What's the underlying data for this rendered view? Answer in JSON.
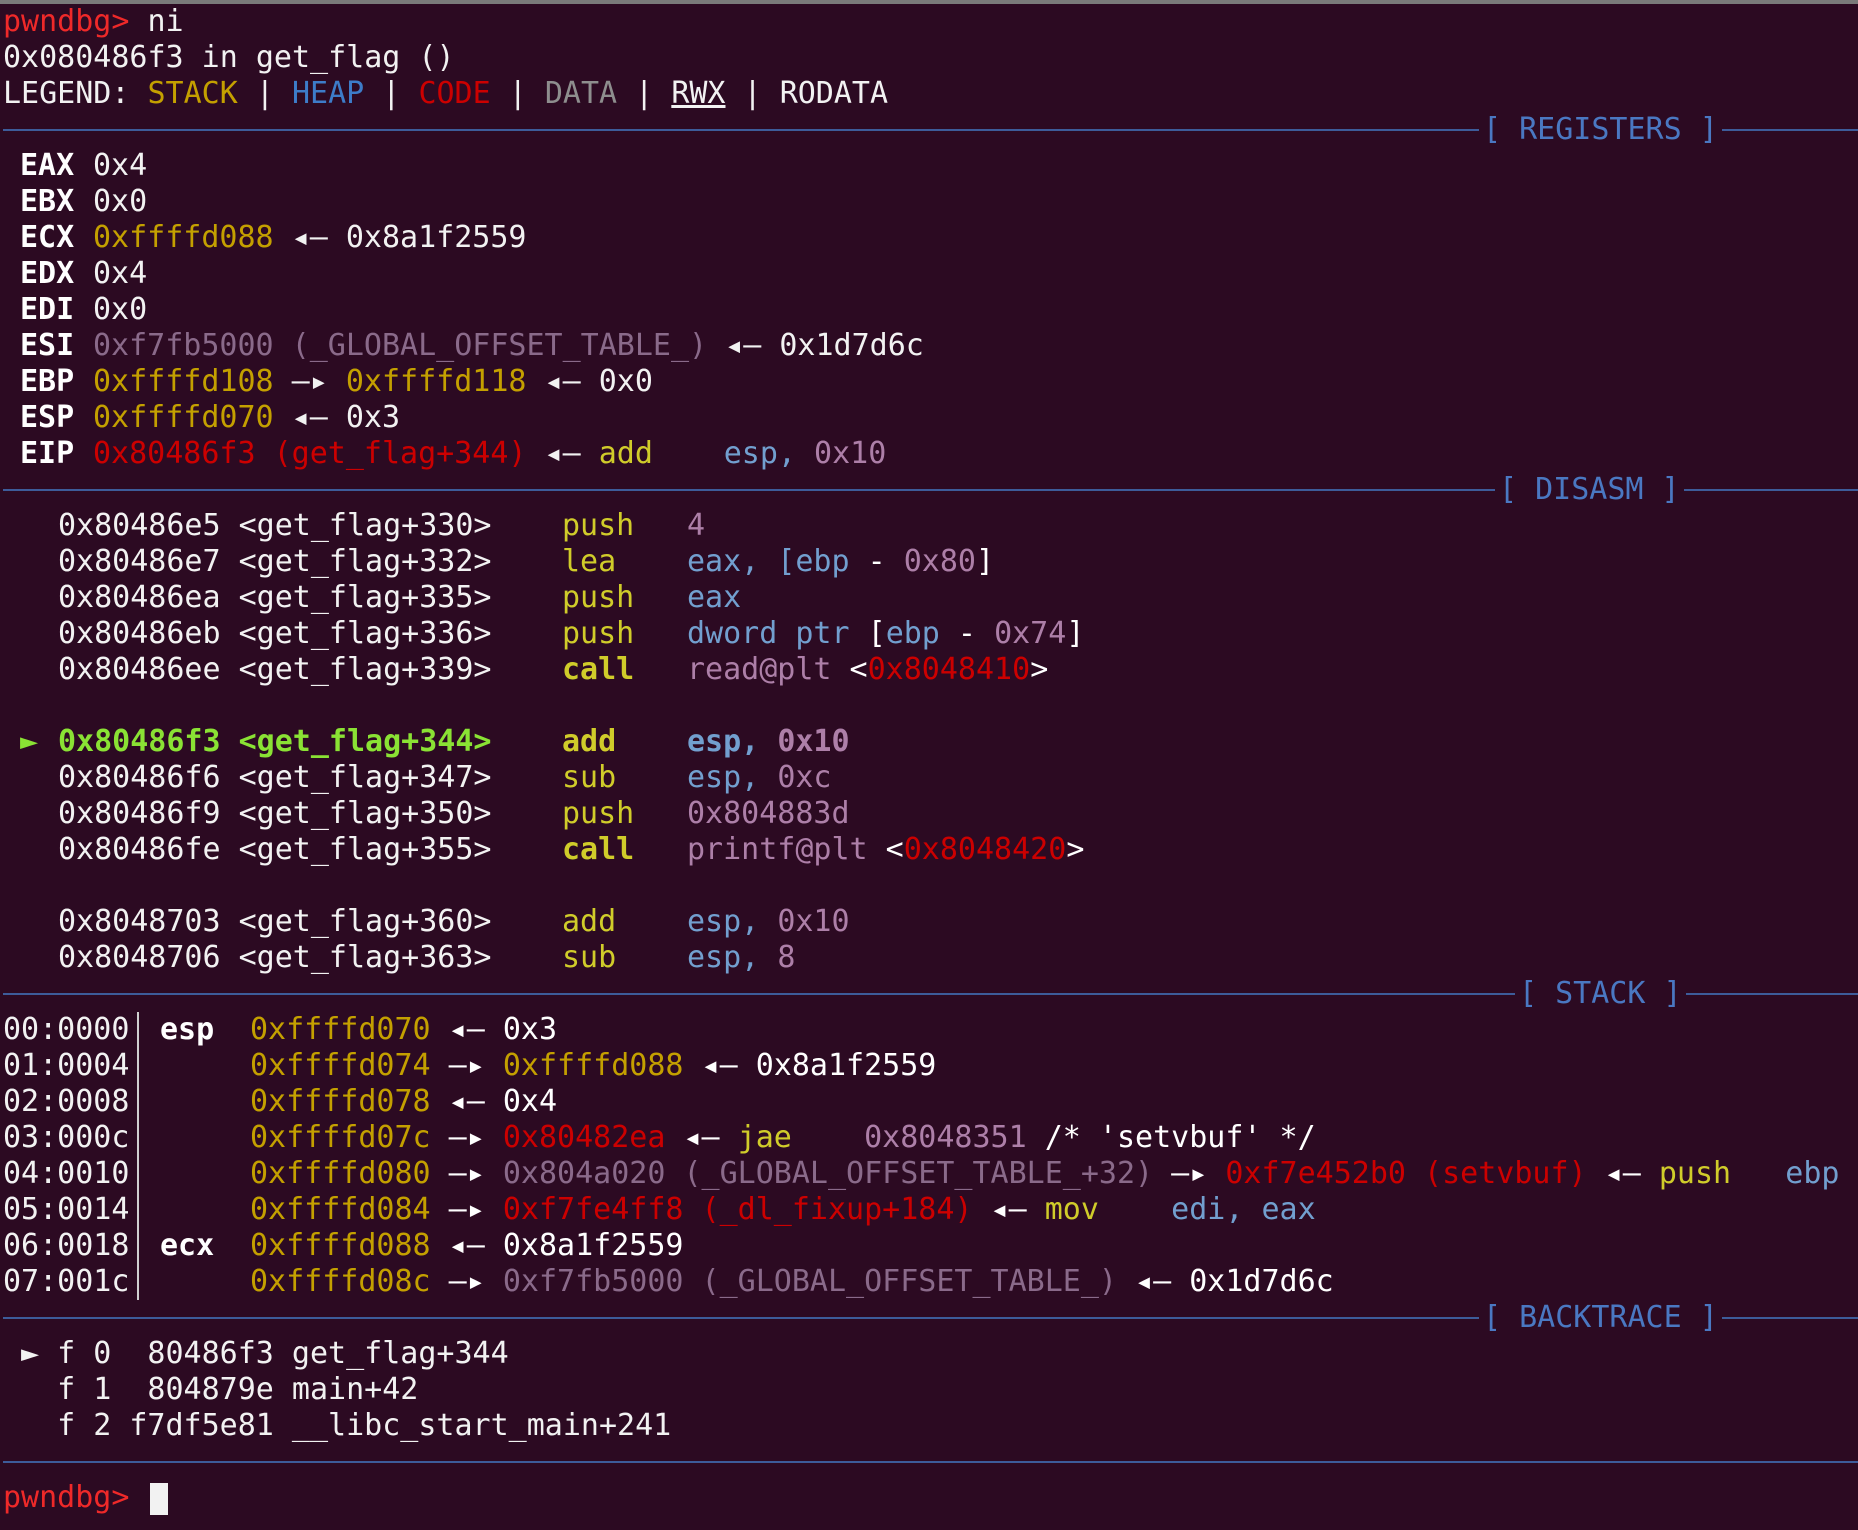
{
  "prompt": "pwndbg>",
  "command": " ni",
  "location": "0x080486f3 in get_flag ()",
  "legend": {
    "label": "LEGEND: ",
    "stack": "STACK",
    "heap": "HEAP",
    "code": "CODE",
    "data": "DATA",
    "rwx": "RWX",
    "rodata": "RODATA",
    "sep": " | "
  },
  "sections": {
    "registers": "[ REGISTERS ]",
    "disasm": "[ DISASM ]",
    "stack": "[ STACK ]",
    "backtrace": "[ BACKTRACE ]"
  },
  "registers": {
    "eax": {
      "name": "EAX",
      "value": "0x4"
    },
    "ebx": {
      "name": "EBX",
      "value": "0x0"
    },
    "ecx": {
      "name": "ECX",
      "ptr": "0xffffd088",
      "arrow": " ◂— ",
      "value": "0x8a1f2559"
    },
    "edx": {
      "name": "EDX",
      "value": "0x4"
    },
    "edi": {
      "name": "EDI",
      "value": "0x0"
    },
    "esi": {
      "name": "ESI",
      "ptr": "0xf7fb5000 (_GLOBAL_OFFSET_TABLE_)",
      "arrow": " ◂— ",
      "value": "0x1d7d6c"
    },
    "ebp": {
      "name": "EBP",
      "ptr": "0xffffd108",
      "arrow1": " —▸ ",
      "ptr2": "0xffffd118",
      "arrow2": " ◂— ",
      "value": "0x0"
    },
    "esp": {
      "name": "ESP",
      "ptr": "0xffffd070",
      "arrow": " ◂— ",
      "value": "0x3"
    },
    "eip": {
      "name": "EIP",
      "ptr": "0x80486f3 (get_flag+344)",
      "arrow": " ◂— ",
      "mn": "add",
      "op1": "esp, ",
      "op2": "0x10"
    }
  },
  "disasm": [
    {
      "addr": "0x80486e5 <get_flag+330>",
      "mn": "push",
      "ops": [
        {
          "t": "4",
          "c": "pu"
        }
      ]
    },
    {
      "addr": "0x80486e7 <get_flag+332>",
      "mn": "lea",
      "ops": [
        {
          "t": "eax, [",
          "c": "bl"
        },
        {
          "t": "ebp",
          "c": "bl"
        },
        {
          "t": " - ",
          "c": "ws"
        },
        {
          "t": "0x80",
          "c": "pu"
        },
        {
          "t": "]",
          "c": "ws"
        }
      ]
    },
    {
      "addr": "0x80486ea <get_flag+335>",
      "mn": "push",
      "ops": [
        {
          "t": "eax",
          "c": "bl"
        }
      ]
    },
    {
      "addr": "0x80486eb <get_flag+336>",
      "mn": "push",
      "ops": [
        {
          "t": "dword ptr ",
          "c": "bl"
        },
        {
          "t": "[",
          "c": "ws"
        },
        {
          "t": "ebp",
          "c": "bl"
        },
        {
          "t": " - ",
          "c": "ws"
        },
        {
          "t": "0x74",
          "c": "pu"
        },
        {
          "t": "]",
          "c": "ws"
        }
      ]
    },
    {
      "addr": "0x80486ee <get_flag+339>",
      "mn": "call",
      "ops": [
        {
          "t": "read@plt",
          "c": "pu"
        },
        {
          "t": " <",
          "c": "ws"
        },
        {
          "t": "0x8048410",
          "c": "r"
        },
        {
          "t": ">",
          "c": "ws"
        }
      ]
    },
    {
      "blank": true
    },
    {
      "addr": "0x80486f3 <get_flag+344>",
      "mn": "add",
      "current": true,
      "marker": "►",
      "ops": [
        {
          "t": "esp, ",
          "c": "bl"
        },
        {
          "t": "0x10",
          "c": "pu"
        }
      ]
    },
    {
      "addr": "0x80486f6 <get_flag+347>",
      "mn": "sub",
      "ops": [
        {
          "t": "esp, ",
          "c": "bl"
        },
        {
          "t": "0xc",
          "c": "pu"
        }
      ]
    },
    {
      "addr": "0x80486f9 <get_flag+350>",
      "mn": "push",
      "ops": [
        {
          "t": "0x804883d",
          "c": "pu"
        }
      ]
    },
    {
      "addr": "0x80486fe <get_flag+355>",
      "mn": "call",
      "ops": [
        {
          "t": "printf@plt",
          "c": "pu"
        },
        {
          "t": " <",
          "c": "ws"
        },
        {
          "t": "0x8048420",
          "c": "r"
        },
        {
          "t": ">",
          "c": "ws"
        }
      ]
    },
    {
      "blank": true
    },
    {
      "addr": "0x8048703 <get_flag+360>",
      "mn": "add",
      "ops": [
        {
          "t": "esp, ",
          "c": "bl"
        },
        {
          "t": "0x10",
          "c": "pu"
        }
      ]
    },
    {
      "addr": "0x8048706 <get_flag+363>",
      "mn": "sub",
      "ops": [
        {
          "t": "esp, ",
          "c": "bl"
        },
        {
          "t": "8",
          "c": "pu"
        }
      ]
    }
  ],
  "stack": [
    {
      "off": "00:0000",
      "reg": "esp",
      "parts": [
        {
          "t": "0xffffd070",
          "c": "y"
        },
        {
          "t": " ◂— ",
          "c": "ws"
        },
        {
          "t": "0x3",
          "c": "ws"
        }
      ]
    },
    {
      "off": "01:0004",
      "reg": "",
      "parts": [
        {
          "t": "0xffffd074",
          "c": "y"
        },
        {
          "t": " —▸ ",
          "c": "ws"
        },
        {
          "t": "0xffffd088",
          "c": "y"
        },
        {
          "t": " ◂— ",
          "c": "ws"
        },
        {
          "t": "0x8a1f2559",
          "c": "ws"
        }
      ]
    },
    {
      "off": "02:0008",
      "reg": "",
      "parts": [
        {
          "t": "0xffffd078",
          "c": "y"
        },
        {
          "t": " ◂— ",
          "c": "ws"
        },
        {
          "t": "0x4",
          "c": "ws"
        }
      ]
    },
    {
      "off": "03:000c",
      "reg": "",
      "parts": [
        {
          "t": "0xffffd07c",
          "c": "y"
        },
        {
          "t": " —▸ ",
          "c": "ws"
        },
        {
          "t": "0x80482ea",
          "c": "r"
        },
        {
          "t": " ◂— ",
          "c": "ws"
        },
        {
          "t": "jae",
          "c": "yl"
        },
        {
          "t": "    ",
          "c": "ws"
        },
        {
          "t": "0x8048351",
          "c": "pu"
        },
        {
          "t": " /* 'setvbuf' */",
          "c": "ws"
        }
      ]
    },
    {
      "off": "04:0010",
      "reg": "",
      "parts": [
        {
          "t": "0xffffd080",
          "c": "y"
        },
        {
          "t": " —▸ ",
          "c": "ws"
        },
        {
          "t": "0x804a020 (_GLOBAL_OFFSET_TABLE_+32)",
          "c": "m"
        },
        {
          "t": " —▸ ",
          "c": "ws"
        },
        {
          "t": "0xf7e452b0 (setvbuf)",
          "c": "r"
        },
        {
          "t": " ◂— ",
          "c": "ws"
        },
        {
          "t": "push",
          "c": "yl"
        },
        {
          "t": "   ",
          "c": "ws"
        },
        {
          "t": "ebp",
          "c": "bl"
        }
      ]
    },
    {
      "off": "05:0014",
      "reg": "",
      "parts": [
        {
          "t": "0xffffd084",
          "c": "y"
        },
        {
          "t": " —▸ ",
          "c": "ws"
        },
        {
          "t": "0xf7fe4ff8 (_dl_fixup+184)",
          "c": "r"
        },
        {
          "t": " ◂— ",
          "c": "ws"
        },
        {
          "t": "mov",
          "c": "yl"
        },
        {
          "t": "    ",
          "c": "ws"
        },
        {
          "t": "edi, eax",
          "c": "bl"
        }
      ]
    },
    {
      "off": "06:0018",
      "reg": "ecx",
      "parts": [
        {
          "t": "0xffffd088",
          "c": "y"
        },
        {
          "t": " ◂— ",
          "c": "ws"
        },
        {
          "t": "0x8a1f2559",
          "c": "ws"
        }
      ]
    },
    {
      "off": "07:001c",
      "reg": "",
      "parts": [
        {
          "t": "0xffffd08c",
          "c": "y"
        },
        {
          "t": " —▸ ",
          "c": "ws"
        },
        {
          "t": "0xf7fb5000 (_GLOBAL_OFFSET_TABLE_)",
          "c": "m"
        },
        {
          "t": " ◂— ",
          "c": "ws"
        },
        {
          "t": "0x1d7d6c",
          "c": "ws"
        }
      ]
    }
  ],
  "backtrace": [
    {
      "marker": "►",
      "text": " f 0  80486f3 get_flag+344"
    },
    {
      "marker": " ",
      "text": " f 1  804879e main+42"
    },
    {
      "marker": " ",
      "text": " f 2 f7df5e81 __libc_start_main+241"
    }
  ],
  "colors": {
    "background": "#2c0a22",
    "prompt": "#ef2929",
    "stack": "#c4a000",
    "heap": "#3d7cc9",
    "code": "#cc0000",
    "data": "#8e8e8e",
    "section_rule": "#3d5c9a",
    "current_line": "#8ae234"
  }
}
